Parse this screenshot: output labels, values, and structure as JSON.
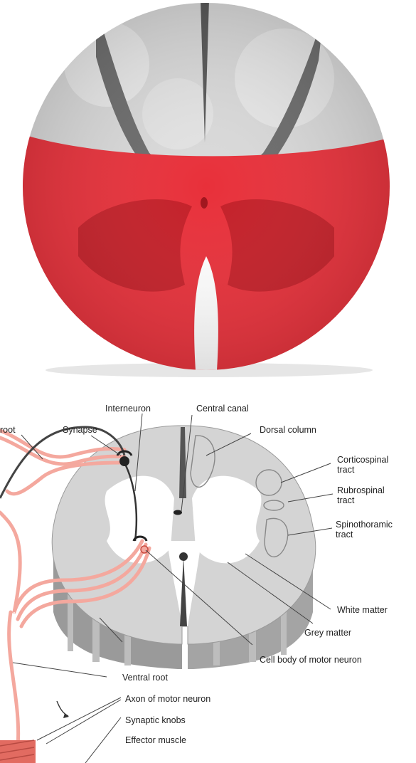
{
  "labels": {
    "root": "root",
    "synapse": "Synapse",
    "interneuron": "Interneuron",
    "central_canal": "Central canal",
    "dorsal_column": "Dorsal column",
    "corticospinal": "Corticospinal",
    "corticospinal_2": "tract",
    "rubrospinal": "Rubrospinal",
    "rubrospinal_2": "tract",
    "spinothalamic": "Spinothoramic",
    "spinothalamic_2": "tract",
    "white_matter": "White matter",
    "grey_matter": "Grey matter",
    "cell_body": "Cell body of motor neuron",
    "ventral_root": "Ventral root",
    "axon": "Axon of motor neuron",
    "synaptic_knobs": "Synaptic knobs",
    "effector_muscle": "Effector muscle"
  },
  "colors": {
    "highlight_red": "#e8303a",
    "highlight_dark_red": "#c41f28",
    "grey_matter": "#6e6e6e",
    "white_matter": "#d8d8d8",
    "nerve_pink": "#f4a89e"
  }
}
